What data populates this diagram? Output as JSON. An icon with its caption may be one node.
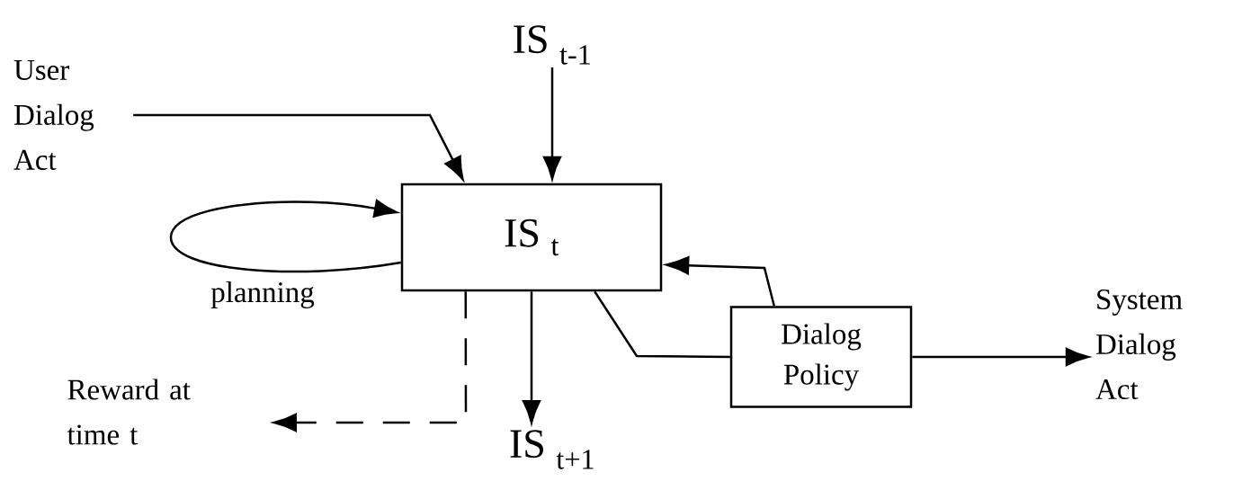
{
  "diagram": {
    "nodes": [
      {
        "text": [
          "User Dialog Act"
        ]
      },
      {
        "text": [
          "IS $_{t-1}$"
        ]
      },
      {
        "text": [
          "IS $_{t}$"
        ]
      },
      {
        "text": [
          "Dialog Policy"
        ]
      },
      {
        "text": [
          "System Dialog Act"
        ]
      },
      {
        "text": [
          "IS $_{t+1}$"
        ]
      },
      {
        "text": [
          "Reward at time t"
        ]
      }
    ],
    "edges": [
      {
        "from": 0,
        "to": 2,
        "arrow": "to"
      },
      {
        "from": 1,
        "to": 2,
        "arrow": "to"
      },
      {
        "from": 2,
        "to": 2,
        "arrow": "to",
        "label": "planning"
      },
      {
        "from": 2,
        "to": 3,
        "arrow": "none"
      },
      {
        "from": 3,
        "to": 2,
        "arrow": "to"
      },
      {
        "from": 3,
        "to": 4,
        "arrow": "to"
      },
      {
        "from": 2,
        "to": 5,
        "arrow": "to"
      },
      {
        "from": 2,
        "to": 6,
        "arrow": "to",
        "style": "dashed"
      }
    ]
  }
}
